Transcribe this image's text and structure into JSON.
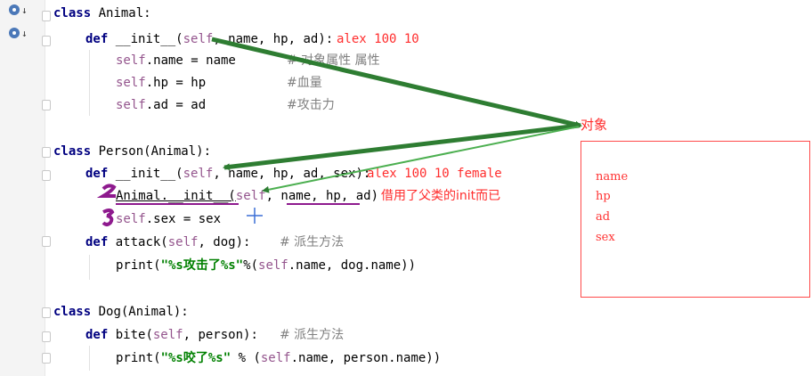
{
  "code": {
    "l1": {
      "kw": "class",
      "rest": " Animal:"
    },
    "l2": {
      "kw": "def",
      "fn": " __init__(",
      "self": "self",
      "params": ", name, hp, ad):"
    },
    "l2_ann": "alex 100 10",
    "l3": {
      "self": "self",
      "rest": ".name = name",
      "comment": "# 对象属性 属性"
    },
    "l4": {
      "self": "self",
      "rest": ".hp = hp",
      "comment": "#血量"
    },
    "l5": {
      "self": "self",
      "rest": ".ad = ad",
      "comment": "#攻击力"
    },
    "l6": {
      "kw": "class",
      "rest": " Person(Animal):"
    },
    "l7": {
      "kw": "def",
      "fn": " __init__(",
      "self": "self",
      "params": ", name, hp, ad, sex):"
    },
    "l7_ann": "alex 100 10 female",
    "l8": {
      "pre": "Animal.__init__(",
      "self": "self",
      "params": ", name, hp, ad)"
    },
    "l8_ann": "借用了父类的init而已",
    "l9": {
      "self": "self",
      "rest": ".sex = sex"
    },
    "l10": {
      "kw": "def",
      "fn": " attack(",
      "self": "self",
      "params": ", dog):",
      "comment": "# 派生方法"
    },
    "l11": {
      "pre": "print(",
      "str": "\"%s攻击了%s\"",
      "mid": "%(",
      "self": "self",
      "rest": ".name, dog.name))"
    },
    "l12": {
      "kw": "class",
      "rest": " Dog(Animal):"
    },
    "l13": {
      "kw": "def",
      "fn": " bite(",
      "self": "self",
      "params": ", person):",
      "comment": "# 派生方法"
    },
    "l14": {
      "pre": "print(",
      "str": "\"%s咬了%s\"",
      "mid": " % (",
      "self": "self",
      "rest": ".name, person.name))"
    }
  },
  "annotation": {
    "object_label": "对象",
    "object_box_items": [
      "name",
      "hp",
      "ad",
      "sex"
    ]
  },
  "colors": {
    "keyword": "#000080",
    "self": "#94558d",
    "string": "#008000",
    "comment": "#808080",
    "annotation_red": "#ff2d2d",
    "arrow_green": "#2e7d32",
    "marker_purple": "#8e1a8e"
  }
}
